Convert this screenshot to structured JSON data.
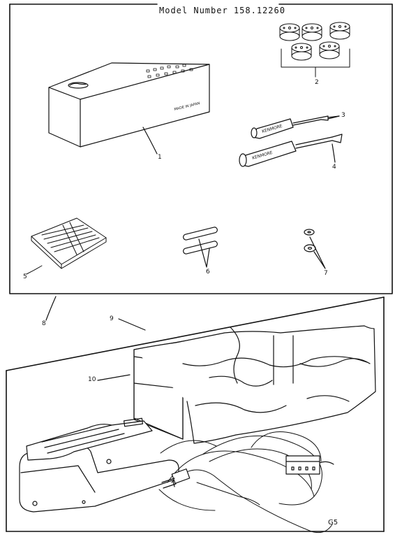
{
  "header": {
    "model_number": "Model Number 158.12260"
  },
  "callouts": {
    "c1": "1",
    "c2": "2",
    "c3": "3",
    "c4": "4",
    "c5": "5",
    "c6": "6",
    "c7": "7",
    "c8": "8",
    "c9": "9",
    "c10": "10"
  },
  "figure_code": "G5",
  "printed": {
    "box_stamp": "MADE IN JAPAN",
    "handle_brand": "KENMORE"
  }
}
